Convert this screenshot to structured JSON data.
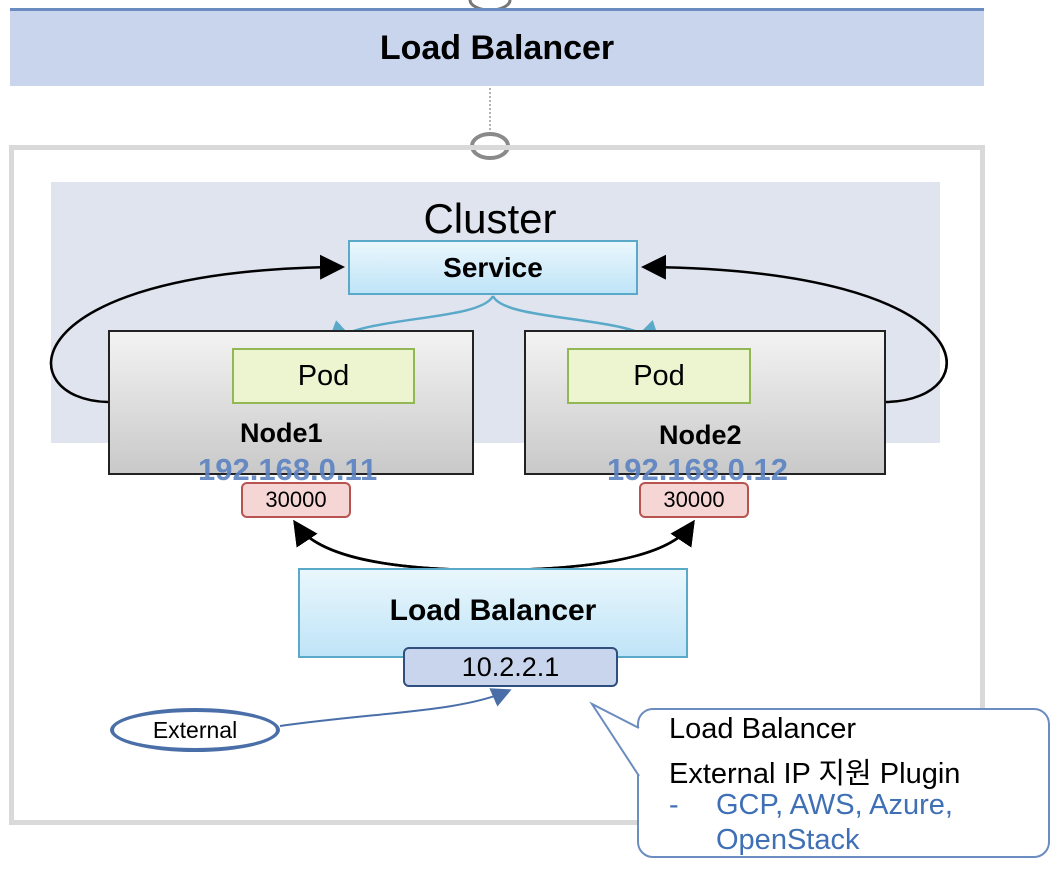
{
  "header": {
    "title": "Load Balancer"
  },
  "cluster": {
    "label": "Cluster"
  },
  "service": {
    "label": "Service"
  },
  "nodes": [
    {
      "pod": "Pod",
      "name": "Node1",
      "ip": "192.168.0.11",
      "port": "30000"
    },
    {
      "pod": "Pod",
      "name": "Node2",
      "ip": "192.168.0.12",
      "port": "30000"
    }
  ],
  "load_balancer": {
    "label": "Load Balancer",
    "ip": "10.2.2.1"
  },
  "external": {
    "label": "External"
  },
  "callout": {
    "line1": "Load Balancer",
    "line2": "External IP 지원 Plugin",
    "bullet": "-",
    "line3": "GCP, AWS, Azure,",
    "line4": "OpenStack"
  },
  "colors": {
    "header_bg": "#c9d5ec",
    "cluster_bg": "#dfe4ef",
    "service_border": "#5aa9c9",
    "pod_bg": "#ecf5d0",
    "port_bg": "#f6d6d5",
    "ip_text": "#5b82c2",
    "callout_text": "#3f6fb5"
  }
}
